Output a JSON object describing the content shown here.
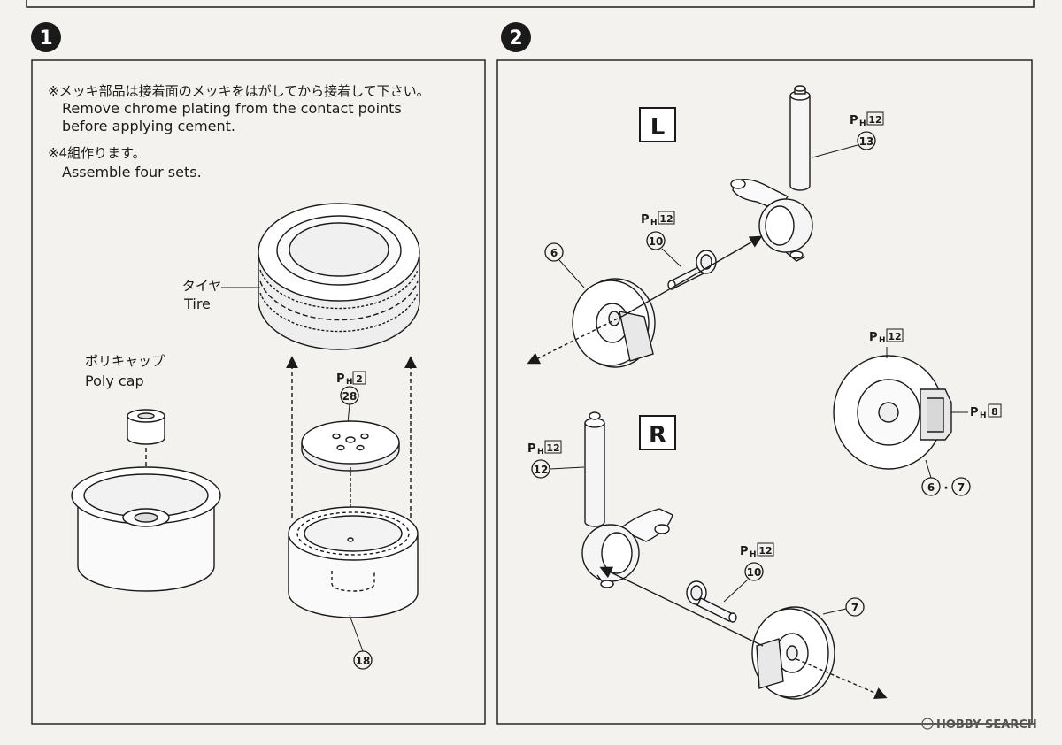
{
  "step1": {
    "number": "1",
    "note1_jp": "※メッキ部品は接着面のメッキをはがしてから接着して下さい。",
    "note1_en_line1": "Remove chrome plating from the contact points",
    "note1_en_line2": "before applying cement.",
    "note2_jp": "※4組作ります。",
    "note2_en": "Assemble four sets.",
    "tire_jp": "タイヤ",
    "tire_en": "Tire",
    "polycap_jp": "ポリキャップ",
    "polycap_en": "Poly cap",
    "part_28": {
      "num": "28",
      "paint_letter": "P",
      "paint_sub": "H",
      "paint_code": "2"
    },
    "part_18": "18"
  },
  "step2": {
    "number": "2",
    "left_label": "L",
    "right_label": "R",
    "part_13": {
      "num": "13",
      "paint_letter": "P",
      "paint_sub": "H",
      "paint_code": "12"
    },
    "part_10_top": {
      "num": "10",
      "paint_letter": "P",
      "paint_sub": "H",
      "paint_code": "12"
    },
    "part_6": "6",
    "detail_disc": {
      "paint_letter": "P",
      "paint_sub": "H",
      "paint_code": "12"
    },
    "detail_caliper": {
      "paint_letter": "P",
      "paint_sub": "H",
      "paint_code": "8"
    },
    "detail_parts_a": "6",
    "detail_dot": "·",
    "detail_parts_b": "7",
    "part_12": {
      "num": "12",
      "paint_letter": "P",
      "paint_sub": "H",
      "paint_code": "12"
    },
    "part_10_bottom": {
      "num": "10",
      "paint_letter": "P",
      "paint_sub": "H",
      "paint_code": "12"
    },
    "part_7": "7"
  },
  "watermark": "HOBBY SEARCH"
}
